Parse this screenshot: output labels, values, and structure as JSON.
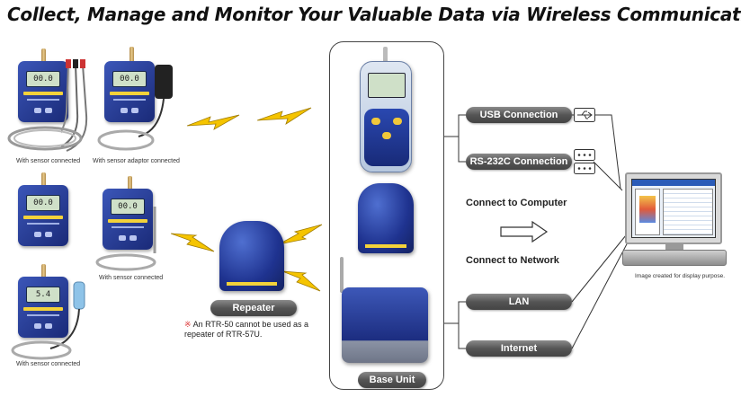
{
  "title": "Collect, Manage and Monitor Your Valuable Data via Wireless Communication",
  "loggers": [
    {
      "caption": "With sensor connected",
      "display": "00.0"
    },
    {
      "caption": "With sensor adaptor connected",
      "display": "00.0"
    },
    {
      "caption": "",
      "display": "00.0"
    },
    {
      "caption": "With sensor connected",
      "display": "00.0"
    },
    {
      "caption": "With sensor connected",
      "display": "5.4"
    }
  ],
  "repeater": {
    "label": "Repeater",
    "note_mark": "※",
    "note": "An RTR-50 cannot be used as a repeater of RTR-57U."
  },
  "base_unit": {
    "label": "Base Unit"
  },
  "connections": {
    "usb": "USB Connection",
    "rs232c": "RS-232C Connection",
    "lan": "LAN",
    "internet": "Internet",
    "to_computer": "Connect to Computer",
    "to_network": "Connect to Network"
  },
  "image_note": "Image created for display purpose.",
  "colors": {
    "device_blue": "#1f3390",
    "bolt_yellow": "#f5c400",
    "pill_grey": "#555555"
  },
  "icons": [
    "lightning-bolt-icon",
    "usb-icon",
    "serial-port-icon",
    "arrow-right-icon"
  ]
}
